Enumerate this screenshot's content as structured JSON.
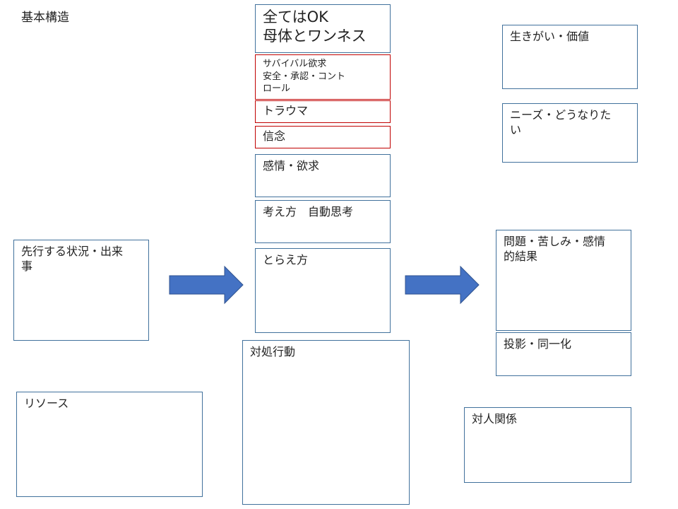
{
  "title": "基本構造",
  "colors": {
    "box_border": "#41719C",
    "red_border": "#C00000",
    "arrow_fill": "#4472C4"
  },
  "boxes": {
    "subete_ok": "全てはOK\n母体とワンネス",
    "survival": "サバイバル欲求\n安全・承認・コント\nロール",
    "trauma": "トラウマ",
    "belief": "信念",
    "emotion": "感情・欲求",
    "thinking": "考え方　自動思考",
    "perception": "とらえ方",
    "coping": "対処行動",
    "situation": "先行する状況・出来\n事",
    "resource": "リソース",
    "ikigai": "生きがい・価値",
    "needs": "ニーズ・どうなりた\nい",
    "problem": "問題・苦しみ・感情\n的結果",
    "projection": "投影・同一化",
    "relations": "対人関係"
  }
}
